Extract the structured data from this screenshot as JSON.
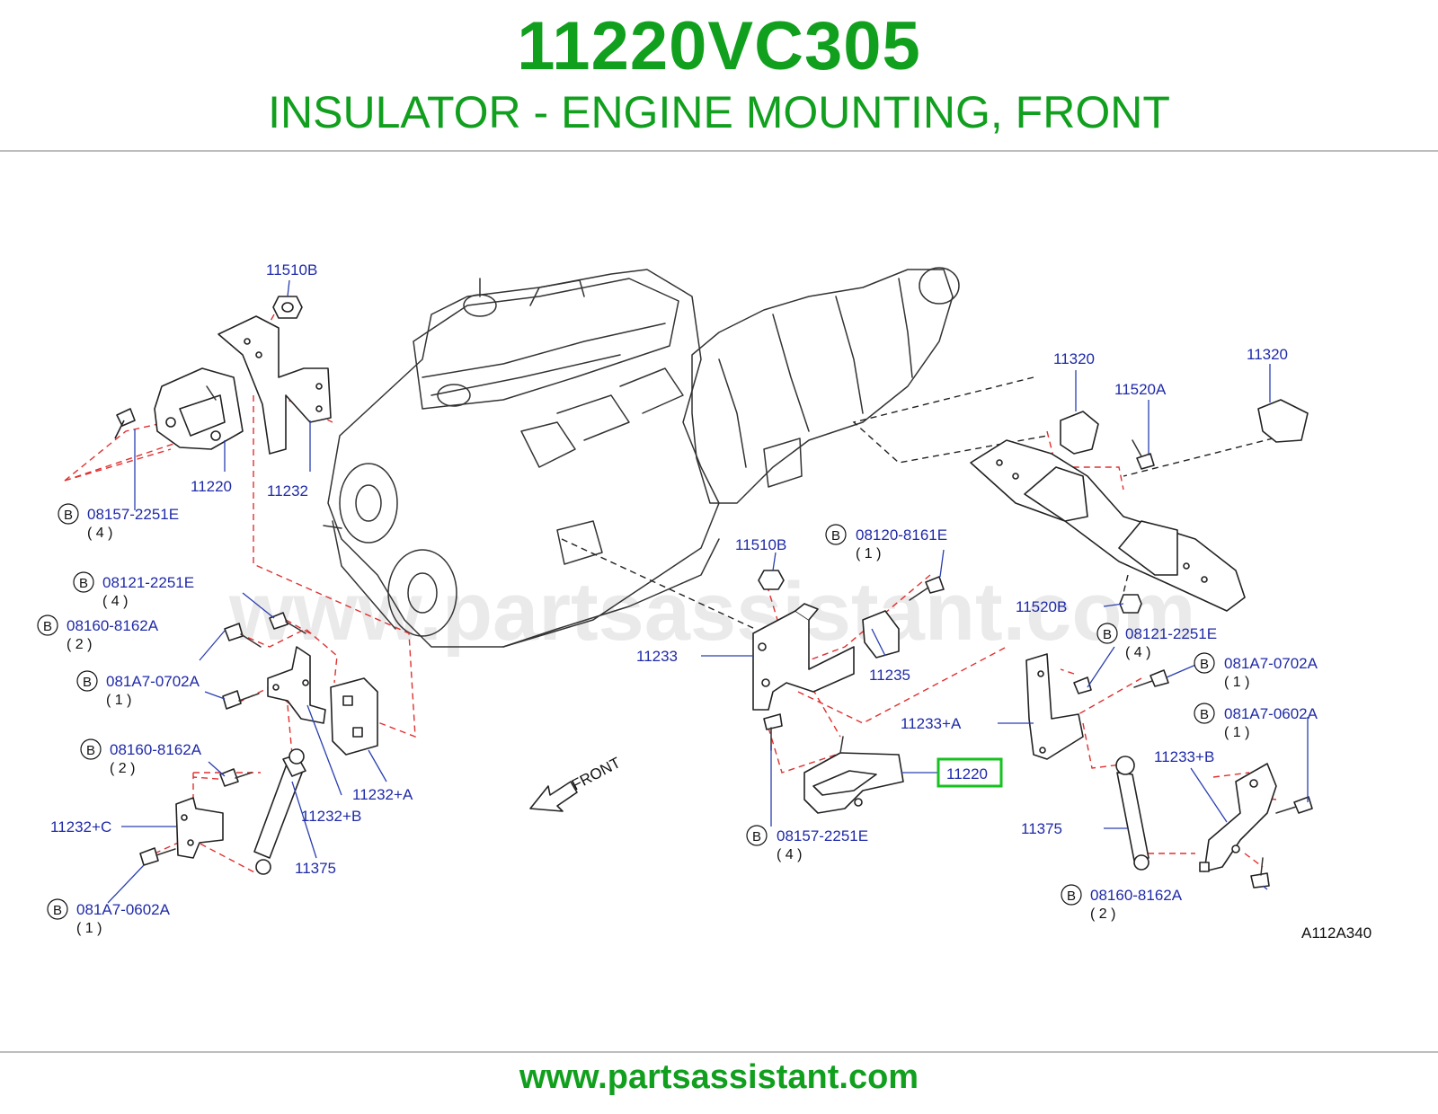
{
  "header": {
    "part_number": "11220VC305",
    "title": "INSULATOR - ENGINE MOUNTING, FRONT"
  },
  "footer": {
    "url": "www.partsassistant.com"
  },
  "watermark": "www.partsassistant.com",
  "figure_code": "A112A340",
  "front_label": "FRONT",
  "bolt_symbol": "B",
  "colors": {
    "brand_green": "#119f1e",
    "label_blue": "#1f2aa8",
    "highlight": "#15c21f",
    "dash_red": "#e03030"
  },
  "labels": {
    "l_11510b_top": "11510B",
    "l_11220_left": "11220",
    "l_11232": "11232",
    "l_08157_left": "08157-2251E",
    "q_08157_left": "( 4 )",
    "l_08121_left": "08121-2251E",
    "q_08121_left": "( 4 )",
    "l_08160_left1": "08160-8162A",
    "q_08160_left1": "( 2 )",
    "l_081a7_0702_left": "081A7-0702A",
    "q_081a7_0702_left": "( 1 )",
    "l_08160_left2": "08160-8162A",
    "q_08160_left2": "( 2 )",
    "l_11232a": "11232+A",
    "l_11232b": "11232+B",
    "l_11232c": "11232+C",
    "l_11375_left": "11375",
    "l_081a7_0602_left": "081A7-0602A",
    "q_081a7_0602_left": "( 1 )",
    "l_11510b_mid": "11510B",
    "l_08120": "08120-8161E",
    "q_08120": "( 1 )",
    "l_11233": "11233",
    "l_11235": "11235",
    "l_11233a": "11233+A",
    "l_11220_highlight": "11220",
    "l_08157_mid": "08157-2251E",
    "q_08157_mid": "( 4 )",
    "l_11320_a": "11320",
    "l_11320_b": "11320",
    "l_11520a": "11520A",
    "l_11520b": "11520B",
    "l_08121_right": "08121-2251E",
    "q_08121_right": "( 4 )",
    "l_081a7_0702_right": "081A7-0702A",
    "q_081a7_0702_right": "( 1 )",
    "l_081a7_0602_right": "081A7-0602A",
    "q_081a7_0602_right": "( 1 )",
    "l_11233b": "11233+B",
    "l_11375_right": "11375",
    "l_08160_right": "08160-8162A",
    "q_08160_right": "( 2 )"
  }
}
